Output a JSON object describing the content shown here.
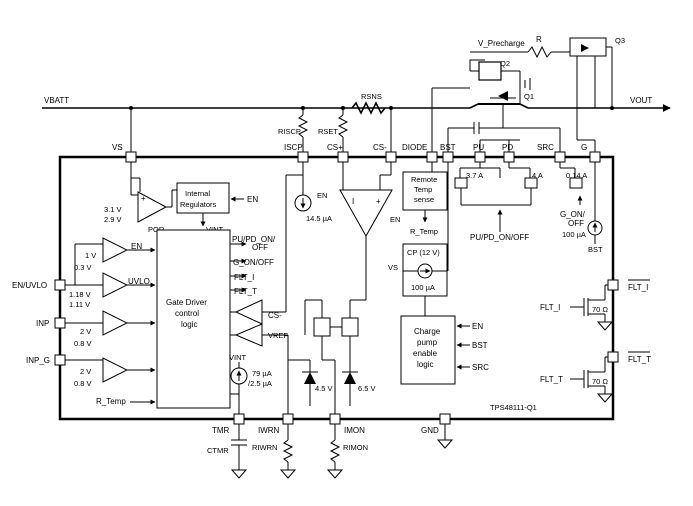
{
  "ic_name": "TPS48111-Q1",
  "pins": {
    "vbatt": "VBATT",
    "vout": "VOUT",
    "vs": "VS",
    "iscp": "ISCP",
    "cs_plus": "CS+",
    "cs_minus": "CS-",
    "diode": "DIODE",
    "bst": "BST",
    "pu": "PU",
    "pd": "PD",
    "src": "SRC",
    "g": "G",
    "en_uvlo": "EN/UVLO",
    "inp": "INP",
    "inp_g": "INP_G",
    "tmr": "TMR",
    "iwrn": "IWRN",
    "imon": "IMON",
    "gnd": "GND",
    "flt_i": "FLT_I",
    "flt_t": "FLT_T"
  },
  "external": {
    "v_precharge": "V_Precharge",
    "r": "R",
    "q1": "Q1",
    "q2": "Q2",
    "q3": "Q3",
    "rsns": "RSNS",
    "riscp": "RISCP",
    "rset": "RSET",
    "ctmr": "CTMR",
    "riwrn": "RIWRN",
    "rimon": "RIMON"
  },
  "blocks": {
    "internal_regulators": [
      "Internal",
      "Regulators"
    ],
    "gate_driver": [
      "Gate Driver",
      "control",
      "logic"
    ],
    "remote_temp": [
      "Remote",
      "Temp",
      "sense"
    ],
    "cp": "CP (12 V)",
    "charge_pump": [
      "Charge",
      "pump",
      "enable",
      "logic"
    ],
    "por": "POR"
  },
  "labels": {
    "en": "EN",
    "vint": "VINT",
    "uvlo": "UVLO",
    "pu_pd_on_off": "PU/PD_ON/",
    "off": "OFF",
    "g_on_off": "G_ON/OFF",
    "flt_i_int": "FLT_I",
    "flt_t_int": "FLT_T",
    "cs_minus_int": "CS-",
    "vref": "VREF",
    "r_temp": "R_Temp",
    "r_temp_gd": "R_Temp",
    "pu_pd_on_off_full": "PU/PD_ON/OFF",
    "g_on_off_2": "G_ON/",
    "off_2": "OFF",
    "bst": "BST",
    "src": "SRC",
    "vs": "VS",
    "plus": "+",
    "minus": "I",
    "flt_i_sw": "FLT_I",
    "flt_t_sw": "FLT_T"
  },
  "values": {
    "v_3_1": "3.1 V",
    "v_2_9": "2.9 V",
    "v_1": "1 V",
    "v_0_3": "0.3 V",
    "v_1_18": "1.18 V",
    "v_1_11": "1.11 V",
    "v_2a": "2 V",
    "v_0_8a": "0.8 V",
    "v_2b": "2 V",
    "v_0_8b": "0.8 V",
    "i_14_5": "14.5 µA",
    "i_3_7": "3.7 A",
    "i_4": "4 A",
    "i_0_14": "0.14 A",
    "i_100_g": "100 µA",
    "i_100_cp": "100 µA",
    "i_79": "79 µA",
    "i_2_5": "/2.5 µA",
    "z_4_5": "4.5 V",
    "z_6_5": "6.5 V",
    "r_70a": "70 Ω",
    "r_70b": "70 Ω"
  }
}
